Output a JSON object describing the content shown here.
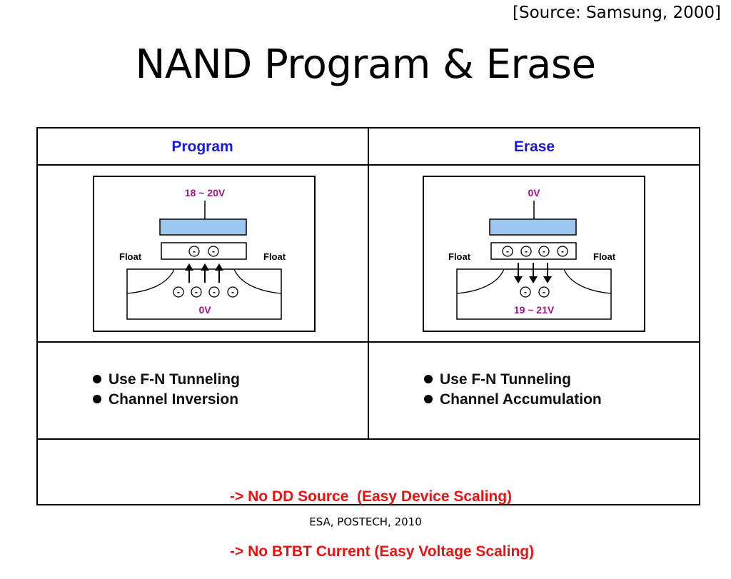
{
  "source": "[Source: Samsung, 2000]",
  "title": "NAND Program & Erase",
  "columns": {
    "program": {
      "heading": "Program",
      "diagram": {
        "gate_voltage": "18 ~ 20V",
        "left_label": "Float",
        "right_label": "Float",
        "floating_gate_electrons": [
          "-",
          "-"
        ],
        "channel_electrons": [
          "-",
          "-",
          "-",
          "-"
        ],
        "substrate_voltage": "0V",
        "arrow_direction": "up"
      },
      "bullets": [
        "Use F-N Tunneling",
        "Channel Inversion"
      ]
    },
    "erase": {
      "heading": "Erase",
      "diagram": {
        "gate_voltage": "0V",
        "left_label": "Float",
        "right_label": "Float",
        "floating_gate_electrons": [
          "-",
          "-",
          "-",
          "-"
        ],
        "channel_electrons": [
          "-",
          "-"
        ],
        "substrate_voltage": "19 ~ 21V",
        "arrow_direction": "down"
      },
      "bullets": [
        "Use F-N Tunneling",
        "Channel Accumulation"
      ]
    }
  },
  "notes": [
    "-> No DD Source  (Easy Device Scaling)",
    "-> No BTBT Current (Easy Voltage Scaling)"
  ],
  "footer": "ESA, POSTECH, 2010",
  "colors": {
    "heading": "#1a1adc",
    "voltage_label": "#a0148c",
    "control_gate": "#9cc8f0",
    "note_text": "#e61414"
  }
}
